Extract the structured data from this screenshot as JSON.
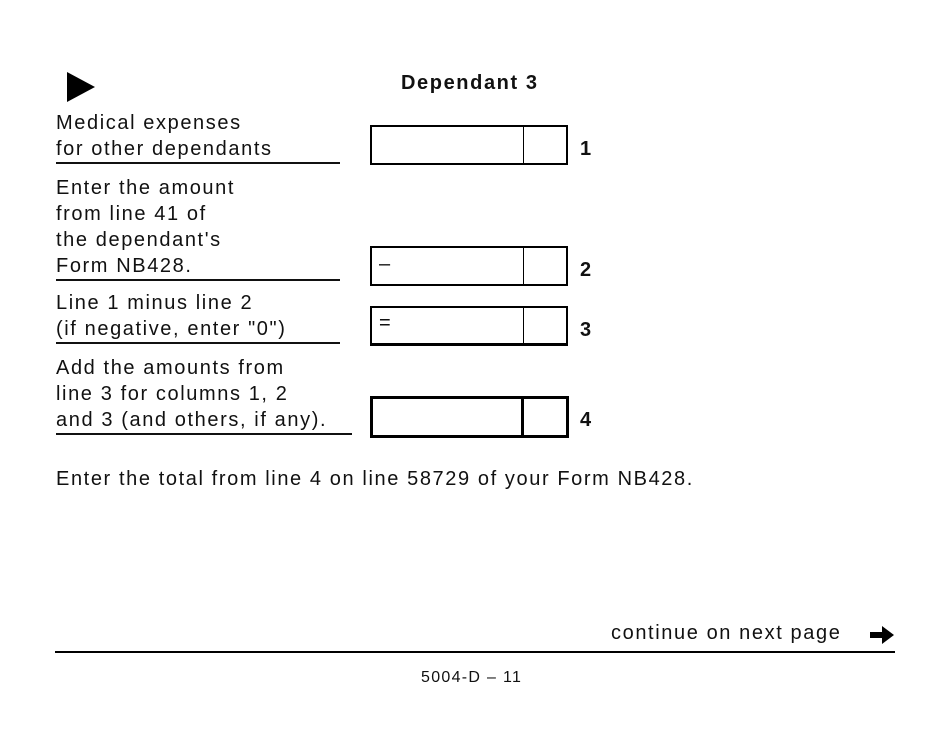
{
  "column_header": "Dependant 3",
  "rows": [
    {
      "label": "Medical expenses\nfor other dependants",
      "operator": "",
      "line_number": "1",
      "amount": "",
      "cents": ""
    },
    {
      "label": "Enter the amount\nfrom line 41 of\nthe dependant's\nForm NB428.",
      "operator": "–",
      "line_number": "2",
      "amount": "",
      "cents": ""
    },
    {
      "label": "Line 1 minus line 2\n(if negative, enter \"0\")",
      "operator": "=",
      "line_number": "3",
      "amount": "",
      "cents": ""
    },
    {
      "label": "Add the amounts from\nline 3 for columns 1, 2\nand 3 (and others, if any).",
      "operator": "",
      "line_number": "4",
      "amount": "",
      "cents": ""
    }
  ],
  "instruction": "Enter the total from line 4 on line 58729 of your Form NB428.",
  "continue_text": "continue on next page",
  "continue_icon": "arrow-right-icon",
  "pointer_icon": "triangle-pointer-icon",
  "footer": "5004-D – 11"
}
